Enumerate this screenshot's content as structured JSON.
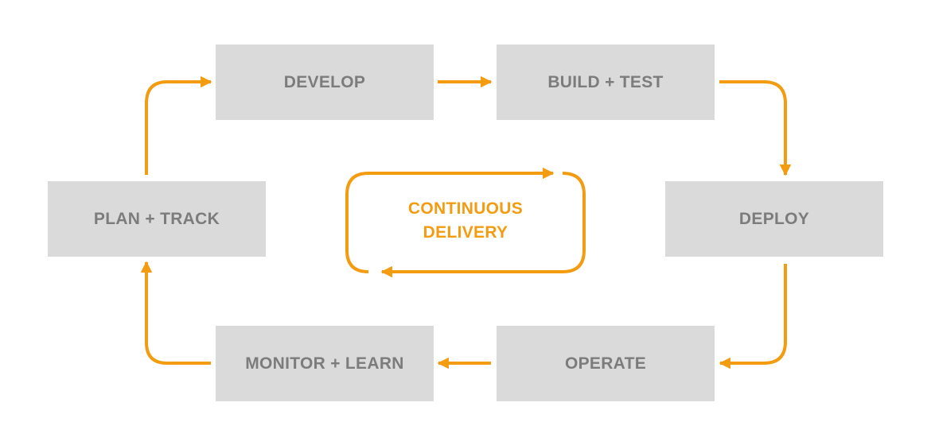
{
  "colors": {
    "accent": "#f39c12",
    "box_fill": "#dadada",
    "box_text": "#7c7c7c"
  },
  "stages": {
    "develop": "DEVELOP",
    "build_test": "BUILD + TEST",
    "deploy": "DEPLOY",
    "operate": "OPERATE",
    "monitor_learn": "MONITOR + LEARN",
    "plan_track": "PLAN + TRACK"
  },
  "center": {
    "line1": "CONTINUOUS",
    "line2": "DELIVERY"
  }
}
